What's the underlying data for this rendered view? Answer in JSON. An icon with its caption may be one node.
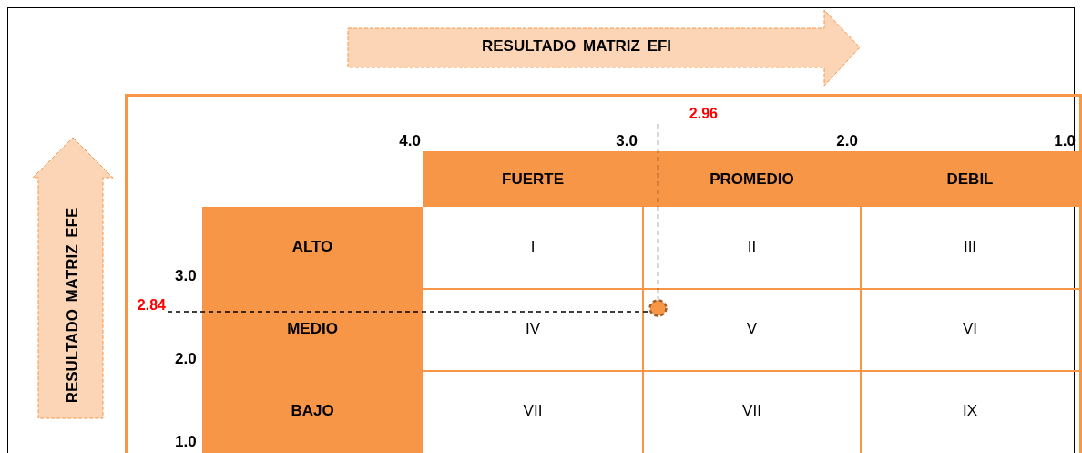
{
  "diagram": {
    "nodes": [
      {
        "text": [
          "RESULTADO MATRIZ EFI"
        ]
      },
      {
        "text": [
          "RESULTADO MATRIZ EFE"
        ]
      },
      {
        "text": [
          "2.96"
        ]
      },
      {
        "text": [
          "FUERTE"
        ]
      },
      {
        "text": [
          "PROMEDIO"
        ]
      },
      {
        "text": [
          "DEBIL"
        ]
      },
      {
        "text": [
          "ALTO"
        ]
      },
      {
        "text": [
          "I"
        ]
      },
      {
        "text": [
          "II"
        ]
      },
      {
        "text": [
          "III"
        ]
      },
      {
        "text": [
          "2.84"
        ]
      },
      {
        "text": [
          "MEDIO"
        ]
      },
      {
        "text": [
          "IV"
        ]
      },
      {
        "text": [
          "V"
        ]
      },
      {
        "text": [
          "VI"
        ]
      },
      {
        "text": [
          "BAJO"
        ]
      },
      {
        "text": [
          "VII"
        ]
      },
      {
        "text": [
          "VII"
        ]
      },
      {
        "text": [
          "IX"
        ]
      },
      {
        "text": [],
        "shape": "circle"
      }
    ],
    "edges": [
      {
        "from": 2,
        "to": 19,
        "arrow": "none",
        "style": "dashed"
      },
      {
        "from": 10,
        "to": 19,
        "arrow": "none",
        "style": "dashed"
      }
    ],
    "labels": [
      "4.0",
      "3.0",
      "2.0",
      "1.0",
      "3.0",
      "2.0",
      "1.0"
    ]
  }
}
